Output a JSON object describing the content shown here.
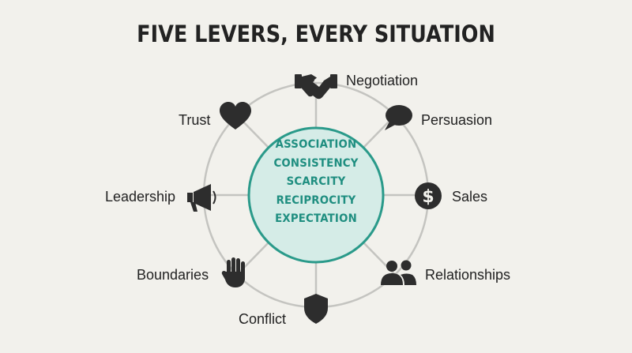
{
  "title": "FIVE LEVERS, EVERY SITUATION",
  "hub": {
    "levers": [
      "ASSOCIATION",
      "CONSISTENCY",
      "SCARCITY",
      "RECIPROCITY",
      "EXPECTATION"
    ]
  },
  "situations": [
    {
      "label": "Negotiation",
      "icon": "handshake-icon"
    },
    {
      "label": "Persuasion",
      "icon": "speech-bubble-icon"
    },
    {
      "label": "Sales",
      "icon": "dollar-icon"
    },
    {
      "label": "Relationships",
      "icon": "people-icon"
    },
    {
      "label": "Conflict",
      "icon": "shield-icon"
    },
    {
      "label": "Boundaries",
      "icon": "hand-icon"
    },
    {
      "label": "Leadership",
      "icon": "megaphone-icon"
    },
    {
      "label": "Trust",
      "icon": "heart-icon"
    }
  ],
  "colors": {
    "background": "#f2f1ec",
    "hub_fill": "#d5ece7",
    "hub_stroke": "#2a9a8a",
    "hub_text": "#1f8e80",
    "ring": "#c4c4c0",
    "icon": "#2d2d2d"
  }
}
